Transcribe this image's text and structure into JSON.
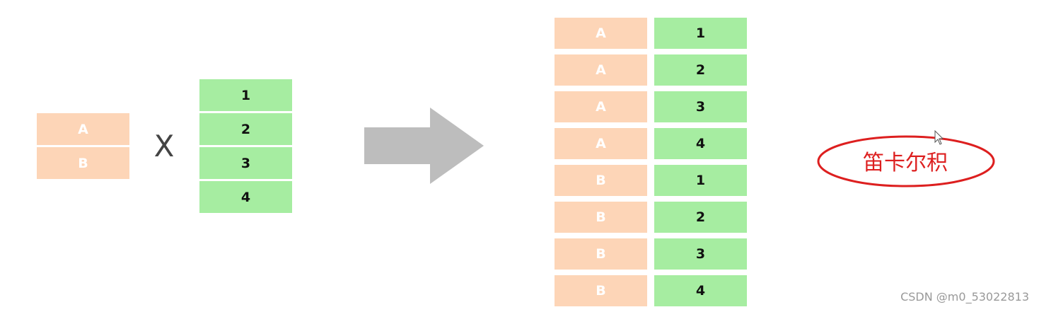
{
  "left_table": {
    "rows": [
      "A",
      "B"
    ]
  },
  "operator": "X",
  "right_table": {
    "rows": [
      "1",
      "2",
      "3",
      "4"
    ]
  },
  "result_table": {
    "rows": [
      {
        "letter": "A",
        "number": "1"
      },
      {
        "letter": "A",
        "number": "2"
      },
      {
        "letter": "A",
        "number": "3"
      },
      {
        "letter": "A",
        "number": "4"
      },
      {
        "letter": "B",
        "number": "1"
      },
      {
        "letter": "B",
        "number": "2"
      },
      {
        "letter": "B",
        "number": "3"
      },
      {
        "letter": "B",
        "number": "4"
      }
    ]
  },
  "arrow_icon": "right-arrow-icon",
  "callout": {
    "label": "笛卡尔积"
  },
  "cursor_icon": "mouse-pointer-icon",
  "watermark": "CSDN @m0_53022813",
  "colors": {
    "letter_cell": "#fdd5b7",
    "number_cell": "#a6eda1",
    "arrow": "#bdbdbd",
    "callout": "#dd1f1f"
  }
}
